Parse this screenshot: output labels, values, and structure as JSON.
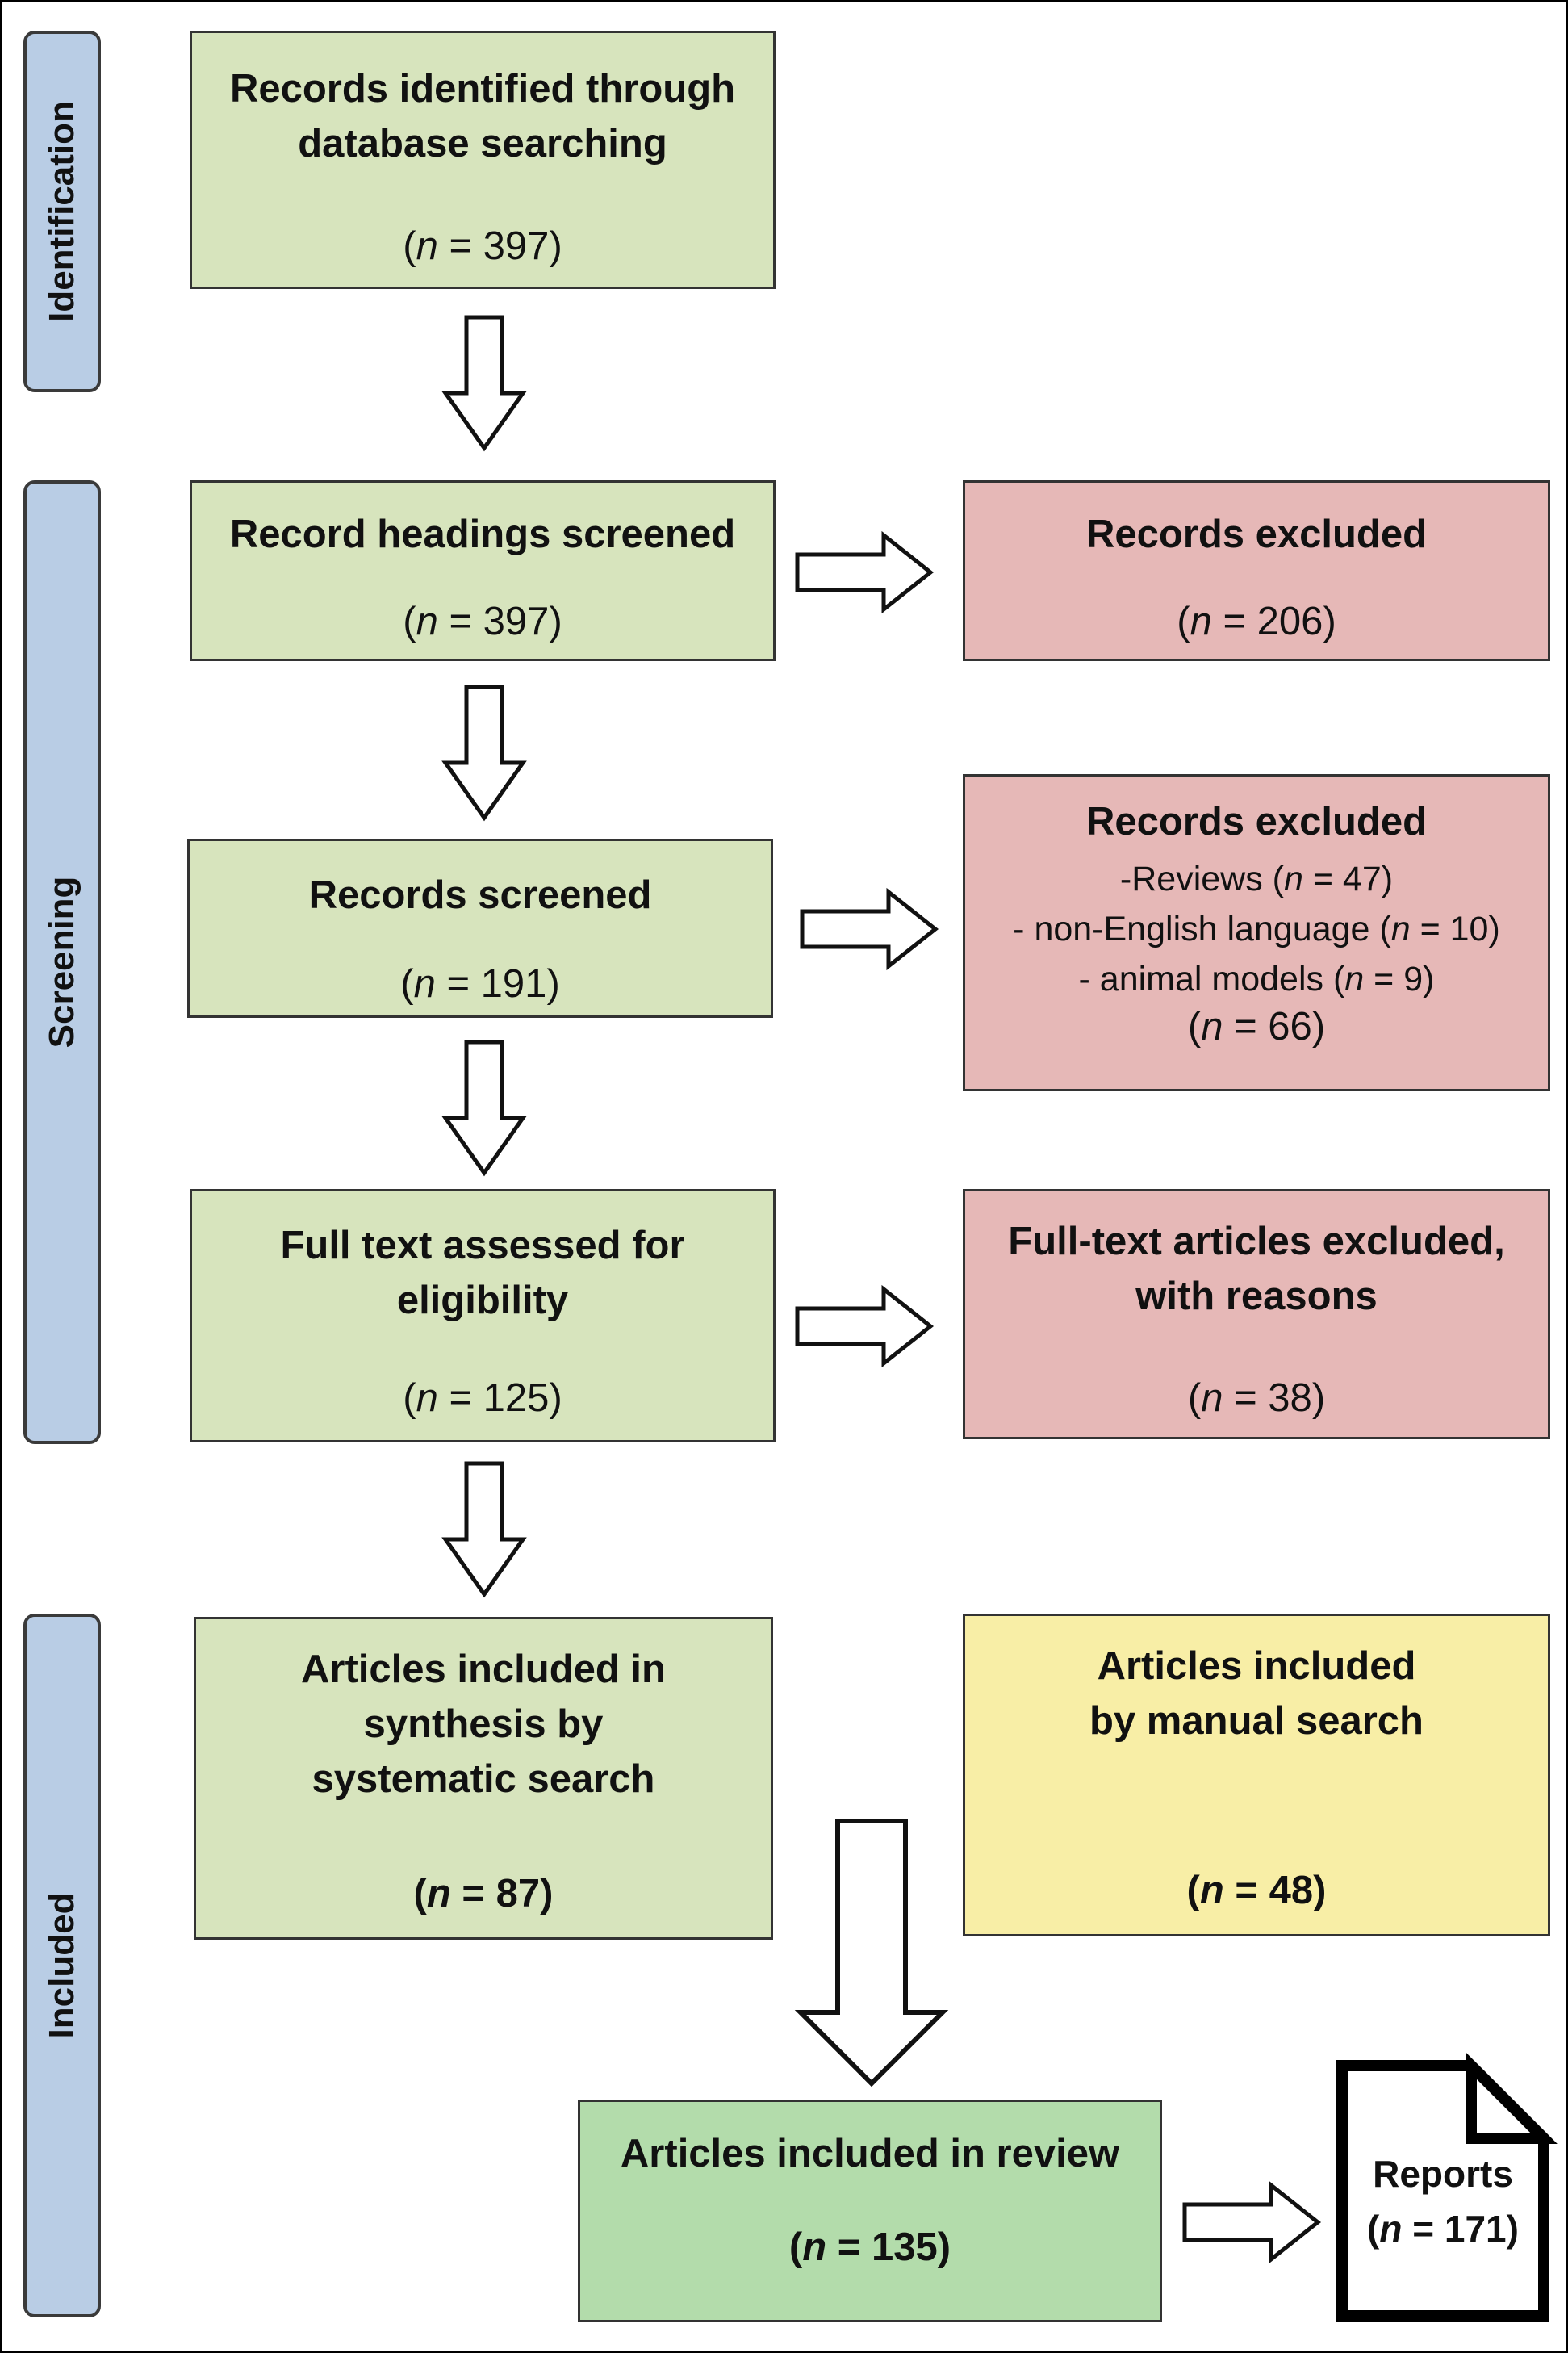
{
  "phases": {
    "identification": "Identification",
    "screening": "Screening",
    "included": "Included"
  },
  "boxes": {
    "identified": {
      "title_line1": "Records identified through",
      "title_line2": "database searching",
      "count": "397"
    },
    "headings_screened": {
      "title": "Record headings  screened",
      "count": "397"
    },
    "excluded_1": {
      "title": "Records excluded",
      "count": "206"
    },
    "records_screened": {
      "title": "Records screened",
      "count": "191"
    },
    "excluded_2": {
      "title": "Records excluded",
      "reasons": [
        {
          "prefix": "-Reviews (",
          "value": "47"
        },
        {
          "prefix": "- non-English language (",
          "value": "10"
        },
        {
          "prefix": "- animal  models (",
          "value": "9"
        }
      ],
      "count": "66"
    },
    "full_text": {
      "title_line1": "Full text assessed for",
      "title_line2": "eligibility",
      "count": "125"
    },
    "full_text_excluded": {
      "title_line1": "Full-text articles excluded,",
      "title_line2": "with reasons",
      "count": "38"
    },
    "synthesis": {
      "title_line1": "Articles included in",
      "title_line2": "synthesis by",
      "title_line3": "systematic search",
      "count": "87"
    },
    "manual": {
      "title_line1": "Articles included",
      "title_line2": "by manual search",
      "count": "48"
    },
    "review": {
      "title": "Articles included in review",
      "count": "135"
    }
  },
  "reports": {
    "label": "Reports",
    "count": "171"
  },
  "n_symbol": "n",
  "colors": {
    "phase": "#b9cde5",
    "green": "#d7e4bd",
    "red": "#e6b8b7",
    "yellow": "#f8eea6",
    "dark_green": "#b3dcab"
  }
}
